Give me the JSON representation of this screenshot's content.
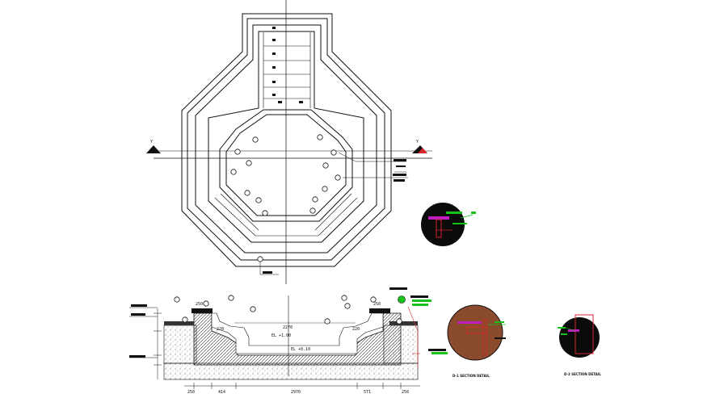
{
  "plan": {
    "section_mark_left": "Y",
    "section_mark_right": "Y"
  },
  "section": {
    "dim_top_left": "250",
    "dim_top_right": "250",
    "dim_inner_left": "220",
    "dim_inner_right": "220",
    "dim_center": "2270",
    "dim_bottom": [
      "250",
      "414",
      "2970",
      "571",
      "250"
    ],
    "level_a": "EL +1.00",
    "level_b": "EL +0.10"
  },
  "details": [
    {
      "caption": "D-1 SECTION DETAIL"
    },
    {
      "caption": "D-2 SECTION DETAIL"
    }
  ],
  "colors": {
    "line": "#111111",
    "accent_red": "#d6262b",
    "accent_green": "#17c21b",
    "accent_magenta": "#c01cc0",
    "detail_brown": "#8a4a2c",
    "detail_dark": "#0b0b0b"
  }
}
